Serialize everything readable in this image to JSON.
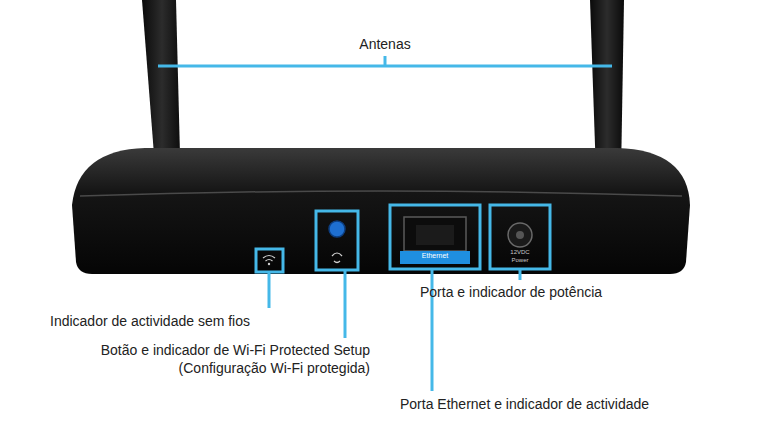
{
  "diagram": {
    "labels": [
      "Antenas",
      "Indicador de actividade sem fios",
      "Botão e indicador de Wi-Fi Protected Setup (Configuração Wi-Fi protegida)",
      "Porta e indicador de potência",
      "Porta Ethernet e indicador de actividade",
      "Ethernet",
      "12VDC Power"
    ]
  }
}
